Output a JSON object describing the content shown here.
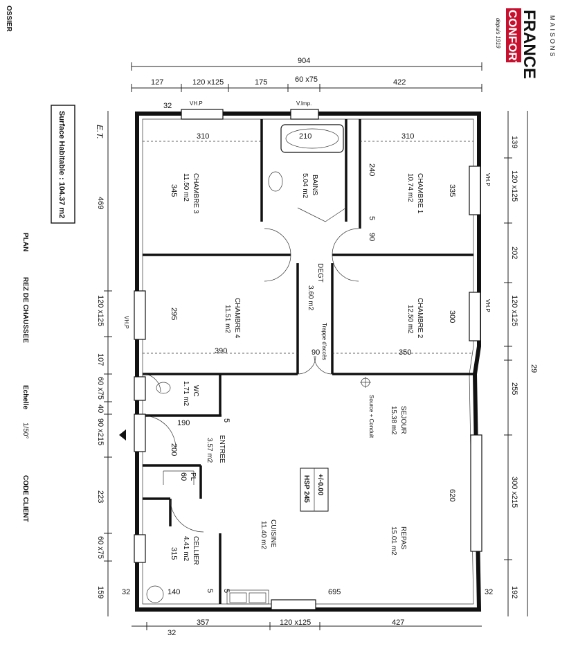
{
  "brand": {
    "line1": "MAISONS",
    "line2": "FRANCE",
    "line3": "CONFORT",
    "since": "depuis 1919",
    "red": "#c8102e"
  },
  "title_block": {
    "dossier": "OSSIER",
    "plan": "PLAN",
    "level": "REZ DE CHAUSSEE",
    "scale_label": "Echelle",
    "scale_value": "1/50°",
    "client_code": "CODE CLIENT",
    "surface": "Surface Habitable : 104.37 m2",
    "corner_note": "E.T."
  },
  "top_dims": {
    "total": "904",
    "segments": [
      "127",
      "120 x125",
      "175",
      "60 x75",
      "422"
    ]
  },
  "bottom_dims": {
    "segments": [
      "32",
      "357",
      "120 x125",
      "427"
    ]
  },
  "left_dims": [
    "469",
    "120 x125",
    "107",
    "60 x75",
    "40",
    "90 x215",
    "223",
    "60 x75",
    "159"
  ],
  "right_dims": [
    "139",
    "120 x125",
    "202",
    "120 x125",
    "29",
    "255",
    "300 x215",
    "192"
  ],
  "rooms": [
    {
      "name": "CHAMBRE 3",
      "area": "11.50 m2"
    },
    {
      "name": "BAINS",
      "area": "5.04 m2"
    },
    {
      "name": "CHAMBRE 1",
      "area": "10.74 m2"
    },
    {
      "name": "DEGT",
      "area": "3.60 m2"
    },
    {
      "name": "CHAMBRE 4",
      "area": "11.51 m2"
    },
    {
      "name": "CHAMBRE 2",
      "area": "12.50 m2"
    },
    {
      "name": "WC",
      "area": "1.71 m2"
    },
    {
      "name": "ENTREE",
      "area": "3.57 m2"
    },
    {
      "name": "SEJOUR",
      "area": "15.38 m2"
    },
    {
      "name": "CELLIER",
      "area": "4.41 m2"
    },
    {
      "name": "CUISINE",
      "area": "11.40 m2"
    },
    {
      "name": "REPAS",
      "area": "15.01 m2"
    }
  ],
  "inner_dims": {
    "ch3_w": "310",
    "ch3_h": "345",
    "bath_w": "210",
    "bath_h": "240",
    "ch1_w": "310",
    "ch1_h": "335",
    "degt_a": "5",
    "degt_b": "90",
    "ch4_h": "295",
    "ch4_w": "390",
    "degt_c": "90",
    "ch2_h": "300",
    "ch2_w": "350",
    "wc_dim": "5",
    "entree_w": "190",
    "entree_h": "200",
    "pl_w": "60",
    "repas_h": "620",
    "cellier_h": "315",
    "cellier_w": "140",
    "cuisine_w": "695",
    "c1": "5",
    "c2": "5",
    "c3": "32",
    "c4": "32",
    "c5": "32"
  },
  "labels": {
    "vhp": "VH.P",
    "vimp": "V.Imp.",
    "pl": "PL",
    "trappe": "Trappe d'accès",
    "source": "Source + Conduit",
    "level_mark": "+/-0.00",
    "hsp": "HSP 245"
  }
}
